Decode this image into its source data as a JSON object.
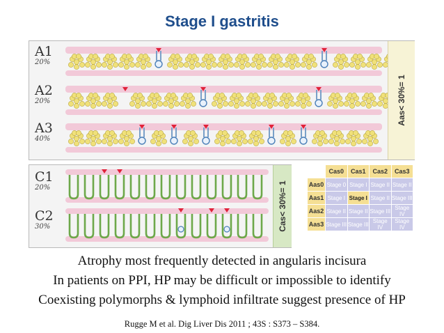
{
  "title": "Stage I gastritis",
  "antrum": {
    "rows": [
      {
        "label": "A1",
        "pct": "20%"
      },
      {
        "label": "A2",
        "pct": "20%"
      },
      {
        "label": "A3",
        "pct": "40%"
      }
    ],
    "side_label": "Aas< 30%= 1"
  },
  "corpus": {
    "rows": [
      {
        "label": "C1",
        "pct": "20%"
      },
      {
        "label": "C2",
        "pct": "30%"
      }
    ],
    "side_label": "Cas< 30%= 1"
  },
  "stage_table": {
    "columns": [
      "Cas0",
      "Cas1",
      "Cas2",
      "Cas3"
    ],
    "rows": [
      {
        "label": "Aas0",
        "cells": [
          "Stage 0",
          "Stage I",
          "Stage II",
          "Stage II"
        ]
      },
      {
        "label": "Aas1",
        "cells": [
          "Stage I",
          "Stage I",
          "Stage II",
          "Stage III"
        ]
      },
      {
        "label": "Aas2",
        "cells": [
          "Stage II",
          "Stage II",
          "Stage III",
          "Stage IV"
        ]
      },
      {
        "label": "Aas3",
        "cells": [
          "Stage III",
          "Stage III",
          "Stage IV",
          "Stage IV"
        ]
      }
    ],
    "highlight": {
      "row": 1,
      "col": 1
    }
  },
  "captions": [
    "Atrophy most frequently detected in angularis incisura",
    "In patients on PPI, HP may be difficult or impossible to identify",
    "Coexisting polymorphs & lymphoid infiltrate suggest presence of HP"
  ],
  "reference": "Rugge M et al. Dig Liver Dis 2011 ; 43S : S373 – S384.",
  "colors": {
    "title": "#1f4e8c",
    "mucosa": "#f2c9d8",
    "gland_yellow": "#f0e17a",
    "gland_green": "#6da84a",
    "atrophy_marker": "#e0223a",
    "table_header": "#f5df94",
    "table_cell": "#c9c9e8"
  }
}
